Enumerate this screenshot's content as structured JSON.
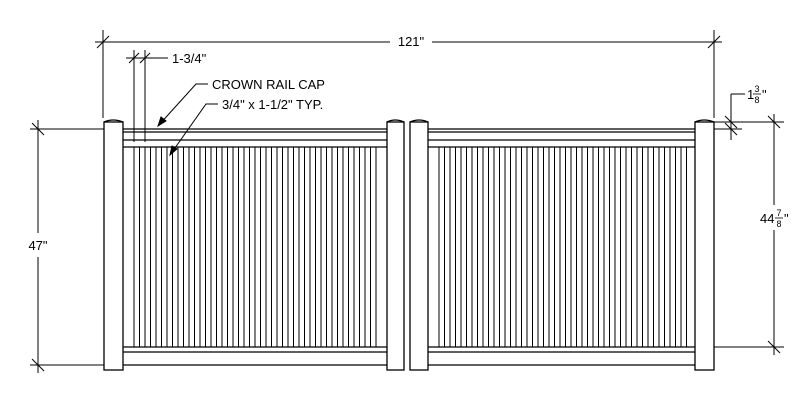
{
  "dimensions": {
    "overall_width": "121\"",
    "picket_width": "1-3/4\"",
    "post_height": "47\"",
    "post_offset": {
      "whole": "1",
      "num": "3",
      "den": "8",
      "unit": "\""
    },
    "panel_height": {
      "whole": "44",
      "num": "7",
      "den": "8",
      "unit": "\""
    }
  },
  "callouts": {
    "crown_rail_cap": "CROWN RAIL CAP",
    "picket_size": "3/4\" x 1-1/2\" TYP."
  },
  "colors": {
    "line": "#000000",
    "background": "#ffffff"
  }
}
